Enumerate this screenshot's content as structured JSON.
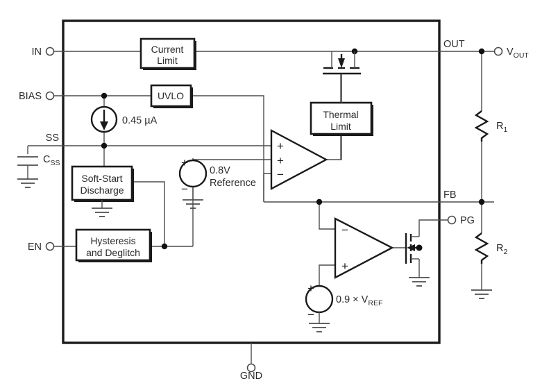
{
  "diagram": {
    "title": "LDO regulator functional block diagram",
    "ic_outline": "main device boundary",
    "pins": [
      {
        "id": "in",
        "label": "IN"
      },
      {
        "id": "bias",
        "label": "BIAS"
      },
      {
        "id": "ss",
        "label": "SS"
      },
      {
        "id": "en",
        "label": "EN"
      },
      {
        "id": "out",
        "label": "OUT"
      },
      {
        "id": "fb",
        "label": "FB"
      },
      {
        "id": "pg",
        "label": "PG"
      },
      {
        "id": "gnd",
        "label": "GND"
      }
    ],
    "blocks": [
      {
        "id": "current-limit",
        "line1": "Current",
        "line2": "Limit"
      },
      {
        "id": "uvlo",
        "line1": "UVLO",
        "line2": ""
      },
      {
        "id": "thermal-limit",
        "line1": "Thermal",
        "line2": "Limit"
      },
      {
        "id": "soft-start",
        "line1": "Soft-Start",
        "line2": "Discharge"
      },
      {
        "id": "hysteresis",
        "line1": "Hysteresis",
        "line2": "and Deglitch"
      }
    ],
    "sources": [
      {
        "id": "bias-current",
        "label": "0.45 µA"
      },
      {
        "id": "reference",
        "line1": "0.8V",
        "line2": "Reference"
      },
      {
        "id": "pg-threshold",
        "label_pre": "0.9 × V",
        "label_sub": "REF"
      }
    ],
    "external": [
      {
        "id": "css",
        "label_pre": "C",
        "label_sub": "SS"
      },
      {
        "id": "r1",
        "label_pre": "R",
        "label_sub": "1"
      },
      {
        "id": "r2",
        "label_pre": "R",
        "label_sub": "2"
      },
      {
        "id": "vout",
        "label_pre": "V",
        "label_sub": "OUT"
      }
    ],
    "amplifier_signs": {
      "error_amp": [
        "+",
        "+",
        "−"
      ],
      "pg_comparator": [
        "−",
        "+"
      ]
    },
    "source_polarity": {
      "plus": "+",
      "minus": "−"
    },
    "colors": {
      "wire": "#4d4d4d",
      "outline": "#1a1a1a",
      "background": "#ffffff",
      "text": "#2b2b2b"
    }
  }
}
